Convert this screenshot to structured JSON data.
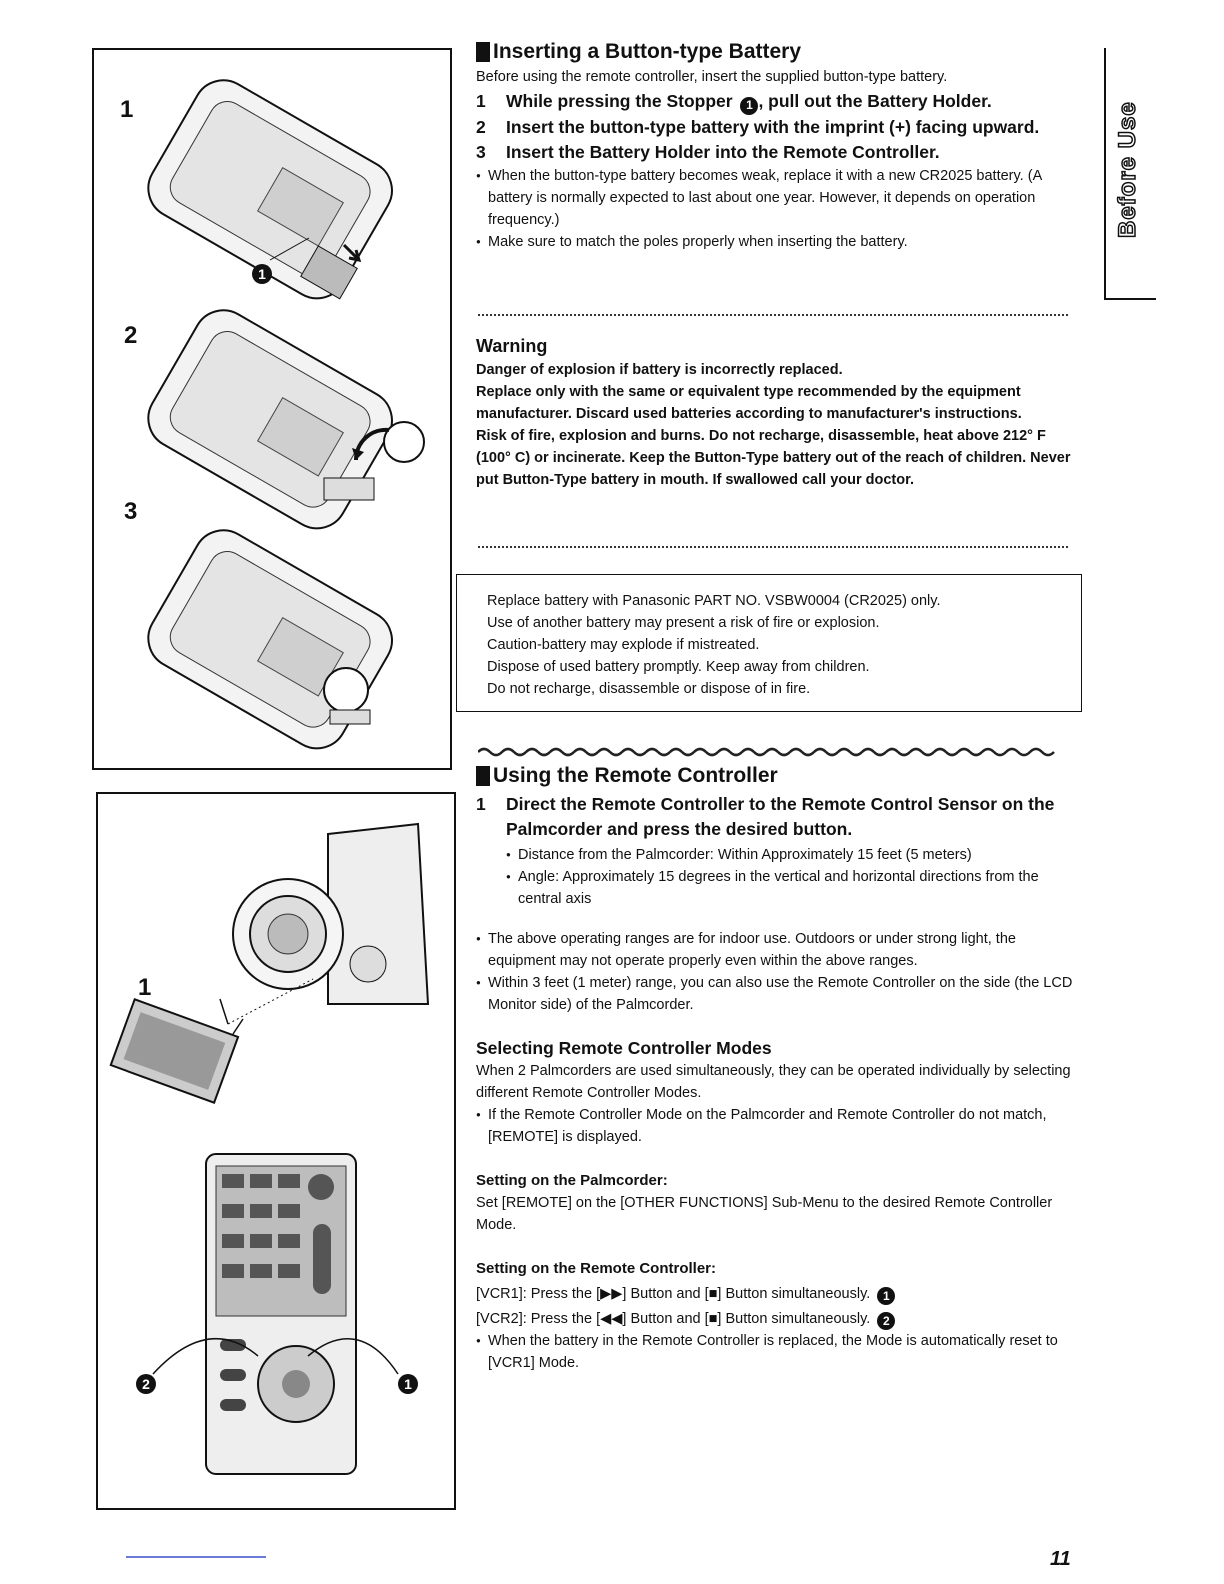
{
  "figure_top": {
    "labels": [
      "1",
      "2",
      "3"
    ],
    "callout": "1"
  },
  "figure_bottom": {
    "label": "1",
    "callouts": [
      "2",
      "1"
    ]
  },
  "battery": {
    "title": "Inserting a Button-type Battery",
    "intro": "Before using the remote controller, insert the supplied button-type battery.",
    "steps": [
      {
        "num": "1",
        "text": "While pressing the Stopper",
        "callout": "1",
        "text_after": ", pull out the Battery Holder."
      },
      {
        "num": "2",
        "text": "Insert the button-type battery with the imprint (+) facing upward."
      },
      {
        "num": "3",
        "text": "Insert the Battery Holder into the Remote Controller."
      }
    ],
    "notes": [
      "When the button-type battery becomes weak, replace it with a new CR2025 battery. (A battery is normally expected to last about one year. However, it depends on operation frequency.)",
      "Make sure to match the poles properly when inserting the battery."
    ]
  },
  "warning": {
    "title": "Warning",
    "lines": [
      "Danger of explosion if battery is incorrectly replaced.",
      "Replace only with the same or equivalent type recommended by the equipment manufacturer. Discard used batteries according to manufacturer's instructions.",
      "Risk of fire, explosion and burns. Do not recharge, disassemble, heat above 212° F (100° C) or incinerate. Keep the Button-Type battery out of the reach of children. Never put Button-Type battery in mouth. If swallowed call your doctor."
    ]
  },
  "caution_box": [
    "Replace battery with Panasonic PART NO. VSBW0004 (CR2025) only.",
    "Use of another battery may present a risk of fire or explosion.",
    "Caution-battery may explode if mistreated.",
    "Dispose of used battery promptly. Keep away from children.",
    "Do not recharge, disassemble or dispose of in fire."
  ],
  "remote": {
    "title": "Using the Remote Controller",
    "step_num": "1",
    "step_text": "Direct the Remote Controller to the Remote Control Sensor on the Palmcorder and press the desired button.",
    "sub_notes": [
      "Distance from the Palmcorder: Within Approximately 15 feet (5 meters)",
      "Angle: Approximately 15 degrees in the vertical and horizontal directions from the central axis"
    ],
    "notes": [
      "The above operating ranges are for indoor use. Outdoors or under strong light, the equipment may not operate properly even within the above ranges.",
      "Within 3 feet (1 meter) range, you can also use the Remote Controller on the side (the LCD Monitor side) of the Palmcorder."
    ]
  },
  "modes": {
    "title": "Selecting Remote Controller Modes",
    "intro": "When 2 Palmcorders are used simultaneously, they can be operated individually by selecting different Remote Controller Modes.",
    "note": "If the Remote Controller Mode on the Palmcorder and Remote Controller do not match, [REMOTE] is displayed.",
    "palm_title": "Setting on the Palmcorder:",
    "palm_text": "Set [REMOTE] on the [OTHER FUNCTIONS] Sub-Menu to the desired Remote Controller Mode.",
    "remote_title": "Setting on the Remote Controller:",
    "vcr1": "[VCR1]: Press the [▶▶] Button and [■] Button simultaneously.",
    "vcr1_callout": "1",
    "vcr2": "[VCR2]: Press the [◀◀] Button and [■] Button simultaneously.",
    "vcr2_callout": "2",
    "reset_note": "When the battery in the Remote Controller is replaced, the Mode is automatically reset to [VCR1] Mode."
  },
  "side_tab": "Before Use",
  "page_number": "11"
}
